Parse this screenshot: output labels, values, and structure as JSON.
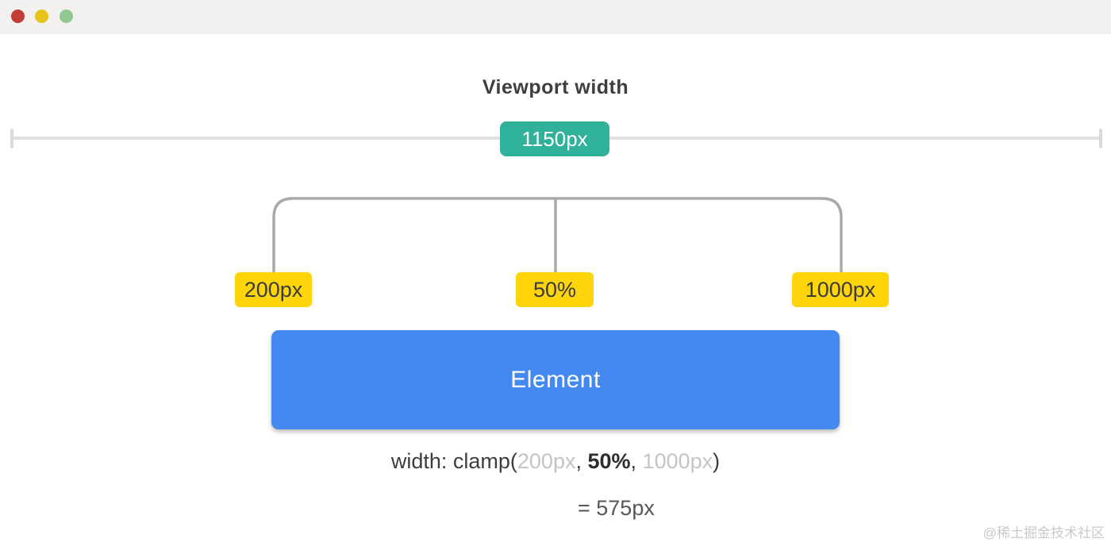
{
  "window": {
    "controls": {
      "close": "close",
      "minimize": "minimize",
      "zoom": "zoom"
    }
  },
  "colors": {
    "titlebar_bg": "#f2f1f0",
    "traffic_red": "#c33d37",
    "traffic_yellow": "#e6c419",
    "traffic_green": "#90c88e",
    "badge_teal": "#2fb299",
    "tag_yellow": "#fdd50a",
    "element_blue": "#4489f0",
    "bracket_gray": "#a9a9a9",
    "ruler_gray": "#e2e0df",
    "muted_text": "#c4c4c4",
    "dark_text": "#3d3d3d"
  },
  "diagram": {
    "title": "Viewport width",
    "viewport_width_badge": "1150px",
    "clamp_tags": {
      "min": "200px",
      "preferred": "50%",
      "max": "1000px"
    },
    "element_label": "Element",
    "formula": {
      "prefix": "width: clamp(",
      "min": "200px",
      "separator1": ", ",
      "preferred": "50%",
      "separator2": ", ",
      "max": "1000px",
      "suffix": ")"
    },
    "result": "= 575px",
    "watermark": "@稀土掘金技术社区"
  }
}
